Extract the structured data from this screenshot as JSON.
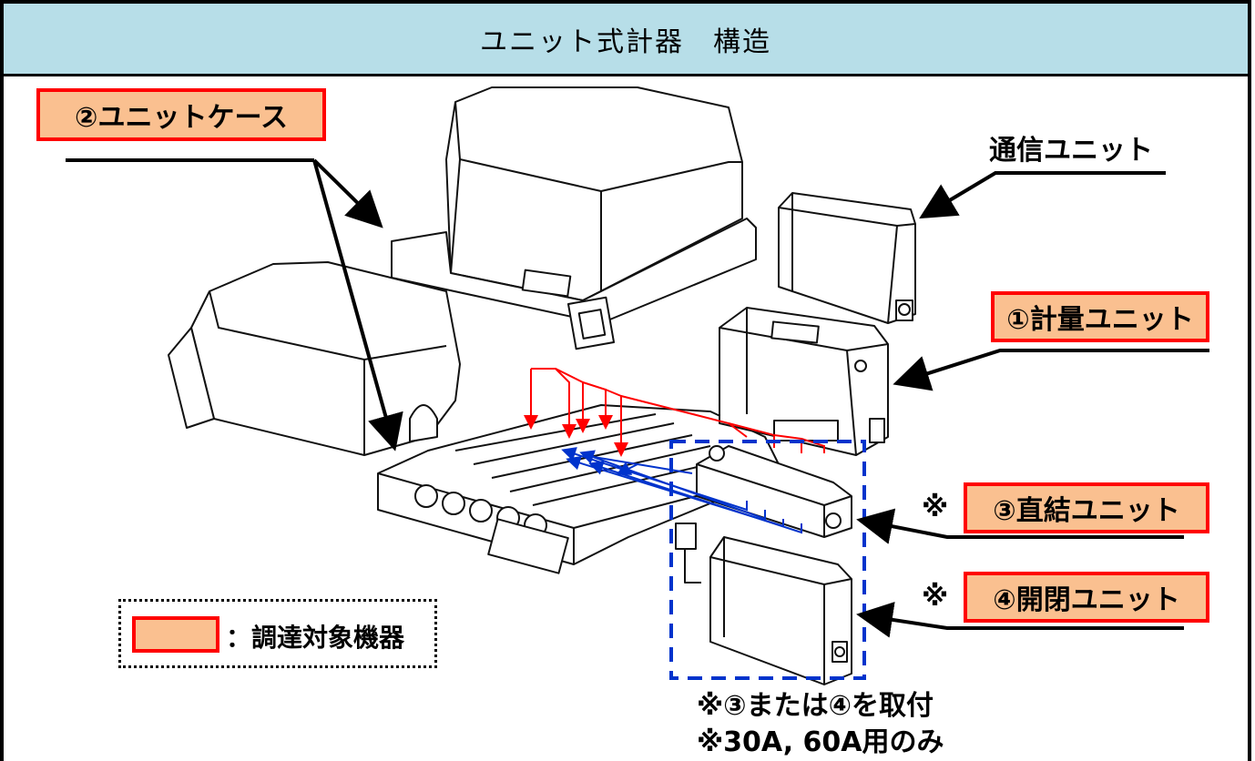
{
  "title": "ユニット式計器　構造",
  "labels": {
    "unit_case": "②ユニットケース",
    "comm_unit": "通信ユニット",
    "meter_unit": "①計量ユニット",
    "direct_mark": "※",
    "direct_unit": "③直結ユニット",
    "switch_mark": "※",
    "switch_unit": "④開閉ユニット"
  },
  "legend": {
    "text": "：調達対象機器"
  },
  "notes": {
    "line1": "※③または④を取付",
    "line2": "※30A, 60A用のみ"
  },
  "colors": {
    "title_bg": "#b7dee8",
    "tag_fill": "#fac090",
    "tag_border": "#ff0000",
    "dashed_box": "#0033cc",
    "red_arrows": "#ff0000",
    "blue_arrows": "#0033cc"
  }
}
